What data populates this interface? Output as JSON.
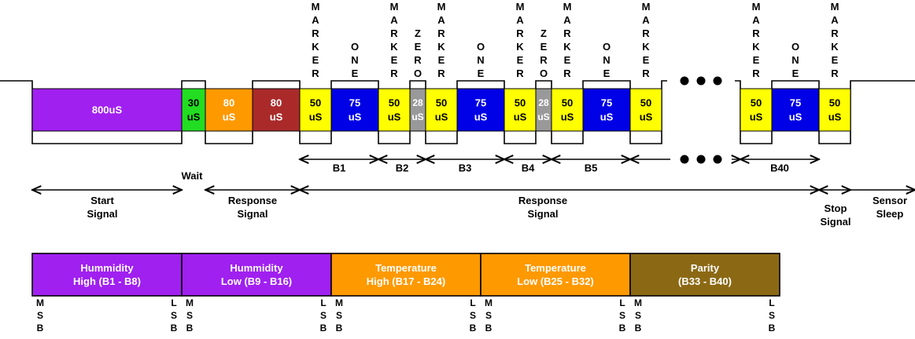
{
  "colors": {
    "purple": "#A020F0",
    "green": "#22DD22",
    "orange": "#FF9900",
    "darkred": "#AA2A2A",
    "yellow": "#FFFF00",
    "blue": "#0000E6",
    "gray": "#999999",
    "parity": "#8B6914",
    "line": "#000000"
  },
  "pulses": [
    {
      "label": "800uS",
      "color": "purple"
    },
    {
      "label": "30\nuS",
      "color": "green",
      "text_color": "#000000"
    },
    {
      "label": "80\nuS",
      "color": "orange"
    },
    {
      "label": "80\nuS",
      "color": "darkred"
    },
    {
      "label": "50\nuS",
      "color": "yellow",
      "text_color": "#000000"
    },
    {
      "label": "75\nuS",
      "color": "blue"
    },
    {
      "label": "50\nuS",
      "color": "yellow",
      "text_color": "#000000"
    },
    {
      "label": "28\nuS",
      "color": "gray"
    },
    {
      "label": "50\nuS",
      "color": "yellow",
      "text_color": "#000000"
    },
    {
      "label": "75\nuS",
      "color": "blue"
    },
    {
      "label": "50\nuS",
      "color": "yellow",
      "text_color": "#000000"
    },
    {
      "label": "28\nuS",
      "color": "gray"
    },
    {
      "label": "50\nuS",
      "color": "yellow",
      "text_color": "#000000"
    },
    {
      "label": "75\nuS",
      "color": "blue"
    },
    {
      "label": "50\nuS",
      "color": "yellow",
      "text_color": "#000000"
    },
    {
      "label": "50\nuS",
      "color": "yellow",
      "text_color": "#000000"
    },
    {
      "label": "75\nuS",
      "color": "blue"
    },
    {
      "label": "50\nuS",
      "color": "yellow",
      "text_color": "#000000"
    }
  ],
  "vertical_labels": [
    "MARKER",
    "ONE",
    "MARKER",
    "ZERO",
    "MARKER",
    "ONE",
    "MARKER",
    "ZERO",
    "MARKER",
    "ONE",
    "MARKER",
    "MARKER",
    "ONE",
    "MARKER"
  ],
  "bit_labels": [
    "B1",
    "B2",
    "B3",
    "B4",
    "B5",
    "B40"
  ],
  "phase_labels": [
    "Start\nSignal",
    "Wait",
    "Response\nSignal",
    "Response\nSignal",
    "Stop\nSignal",
    "Sensor\nSleep"
  ],
  "bytes": [
    {
      "label": "Hummidity\nHigh (B1 - B8)",
      "color": "purple"
    },
    {
      "label": "Hummidity\nLow (B9 - B16)",
      "color": "purple"
    },
    {
      "label": "Temperature\nHigh (B17 - B24)",
      "color": "orange"
    },
    {
      "label": "Temperature\nLow (B25 - B32)",
      "color": "orange"
    },
    {
      "label": "Parity\n(B33 - B40)",
      "color": "parity"
    }
  ],
  "msb_label": "MSB",
  "lsb_label": "LSB"
}
